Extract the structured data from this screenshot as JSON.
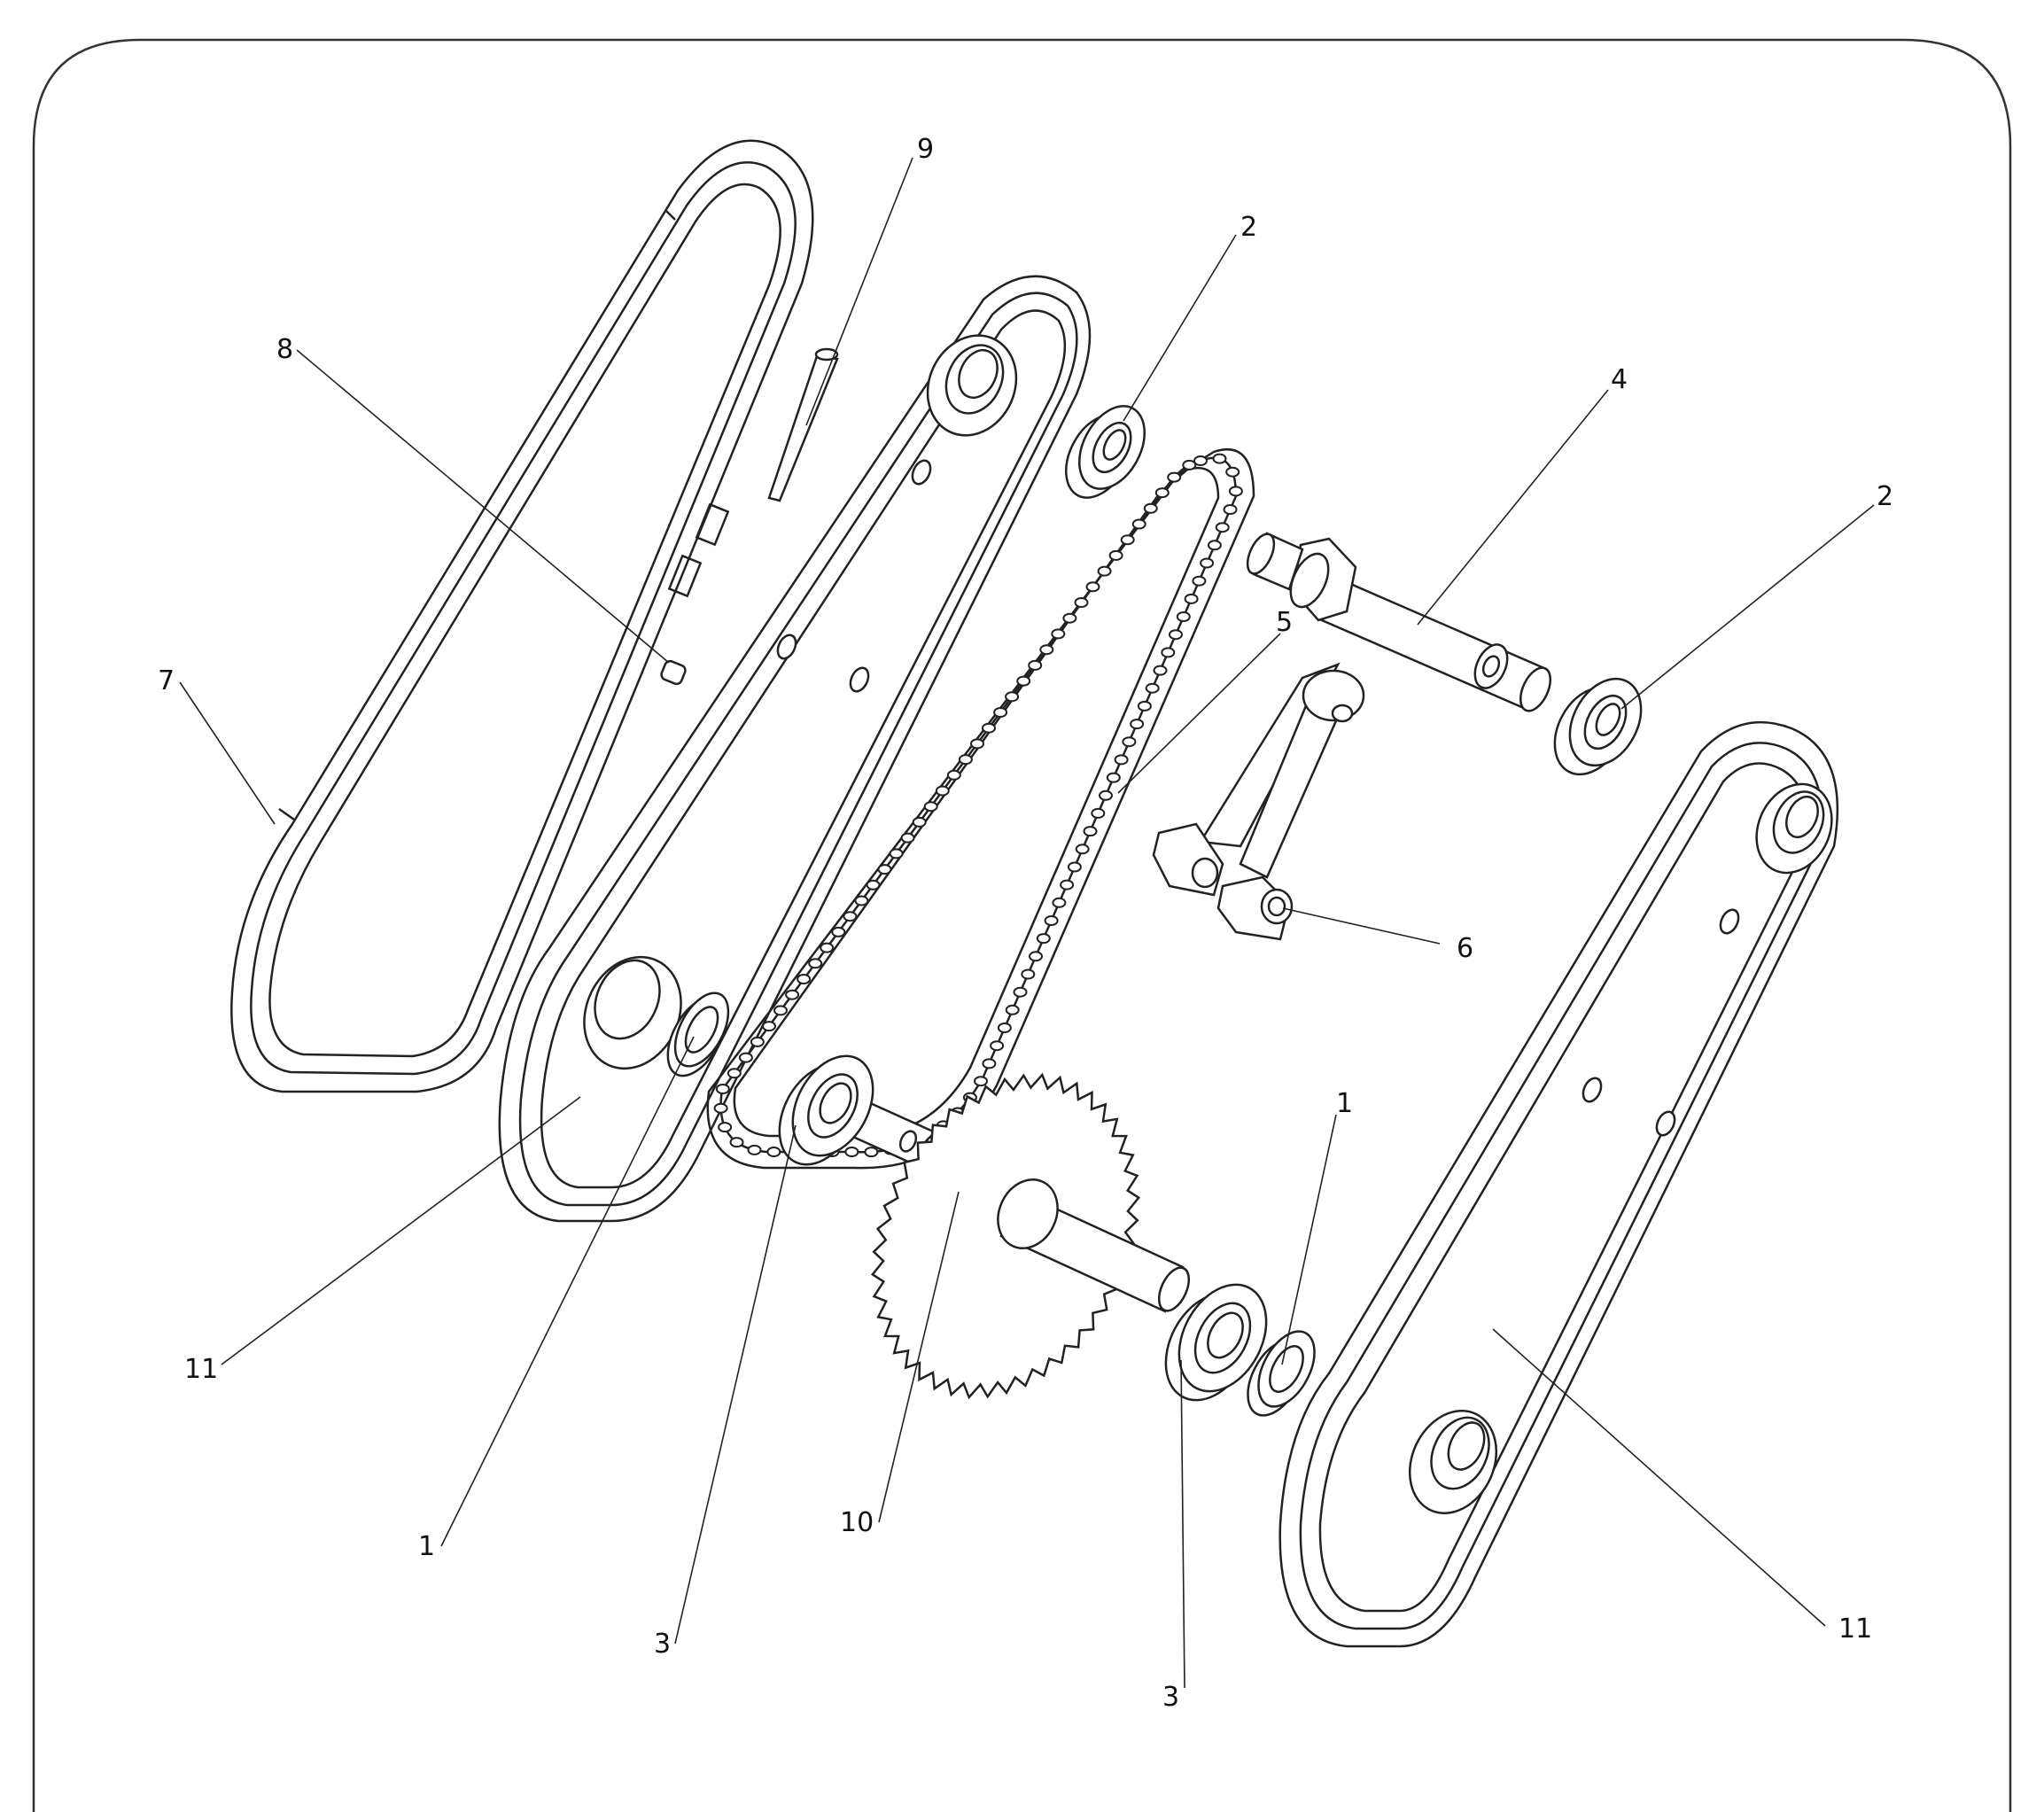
{
  "diagram": {
    "callouts": [
      {
        "id": "c1a",
        "label": "1"
      },
      {
        "id": "c1b",
        "label": "1"
      },
      {
        "id": "c2a",
        "label": "2"
      },
      {
        "id": "c2b",
        "label": "2"
      },
      {
        "id": "c3a",
        "label": "3"
      },
      {
        "id": "c3b",
        "label": "3"
      },
      {
        "id": "c4",
        "label": "4"
      },
      {
        "id": "c5",
        "label": "5"
      },
      {
        "id": "c6",
        "label": "6"
      },
      {
        "id": "c7",
        "label": "7"
      },
      {
        "id": "c8",
        "label": "8"
      },
      {
        "id": "c9",
        "label": "9"
      },
      {
        "id": "c10",
        "label": "10"
      },
      {
        "id": "c11a",
        "label": "11"
      },
      {
        "id": "c11b",
        "label": "11"
      }
    ]
  },
  "colors": {
    "line": "#222222",
    "fill": "#ffffff",
    "frame": "#333333"
  }
}
